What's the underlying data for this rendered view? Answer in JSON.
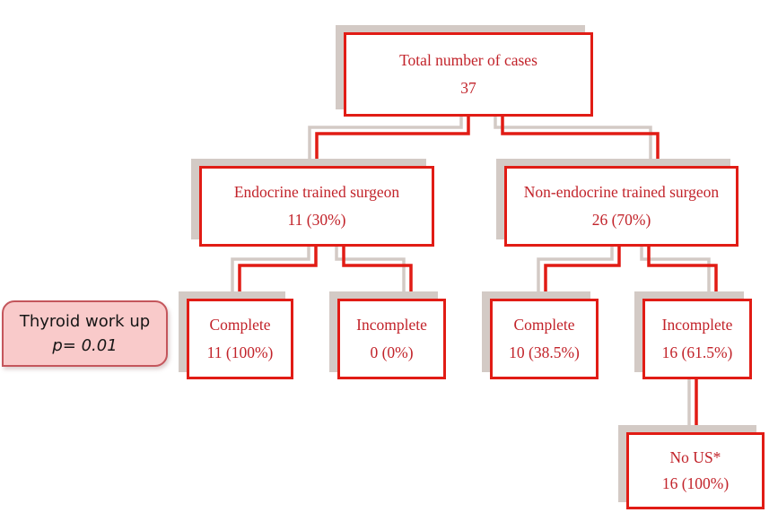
{
  "diagram": {
    "nodes": {
      "total": {
        "line1": "Total number of cases",
        "line2": "37"
      },
      "endocrine": {
        "line1": "Endocrine trained surgeon",
        "line2": "11 (30%)"
      },
      "non_endocrine": {
        "line1": "Non-endocrine trained surgeon",
        "line2": "26 (70%)"
      },
      "endocrine_complete": {
        "line1": "Complete",
        "line2": "11 (100%)"
      },
      "endocrine_incomplete": {
        "line1": "Incomplete",
        "line2": "0 (0%)"
      },
      "non_endocrine_complete": {
        "line1": "Complete",
        "line2": "10 (38.5%)"
      },
      "non_endocrine_incomplete": {
        "line1": "Incomplete",
        "line2": "16 (61.5%)"
      },
      "no_ultrasound": {
        "line1": "No US*",
        "line2": "16 (100%)"
      }
    },
    "annotation": {
      "line1": "Thyroid work up",
      "line2": "p= 0.01"
    },
    "colors": {
      "box_border": "#e11c15",
      "box_text": "#c2232a",
      "connector": "#e11c15",
      "shadow_gray": "#d3cac5",
      "annotation_fill": "#f9caca",
      "annotation_border": "#c4565c",
      "annotation_text": "#161616"
    }
  }
}
